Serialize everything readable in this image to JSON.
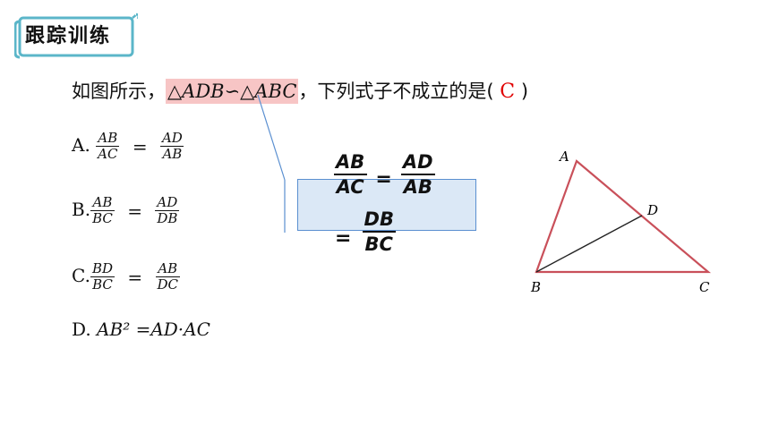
{
  "header": {
    "title": "跟踪训练"
  },
  "question": {
    "prefix": "如图所示，",
    "similarity": "△ADB∽△ABC",
    "suffix": "，下列式子不成立的是(",
    "answer": "C",
    "close": ")"
  },
  "options": {
    "A": {
      "label": "A.",
      "left_num": "AB",
      "left_den": "AC",
      "eq": "=",
      "right_num": "AD",
      "right_den": "AB"
    },
    "B": {
      "label": "B.",
      "left_num": "AB",
      "left_den": "BC",
      "eq": "=",
      "right_num": "AD",
      "right_den": "DB"
    },
    "C": {
      "label": "C.",
      "left_num": "BD",
      "left_den": "BC",
      "eq": "=",
      "right_num": "AB",
      "right_den": "DC"
    },
    "D": {
      "label": "D.",
      "text": "AB² =AD·AC"
    }
  },
  "callout": {
    "f1_num": "AB",
    "f1_den": "AC",
    "eq1": "=",
    "f2_num": "AD",
    "f2_den": "AB",
    "eq2": "=",
    "f3_num": "DB",
    "f3_den": "BC"
  },
  "figure": {
    "labels": {
      "A": "A",
      "B": "B",
      "C": "C",
      "D": "D"
    },
    "triangle_color": "#c9505a",
    "segment_color": "#222222"
  },
  "colors": {
    "highlight": "#f7c5c5",
    "answer": "#e00000",
    "callout_fill": "#dbe8f6",
    "callout_border": "#5a8fd0"
  }
}
